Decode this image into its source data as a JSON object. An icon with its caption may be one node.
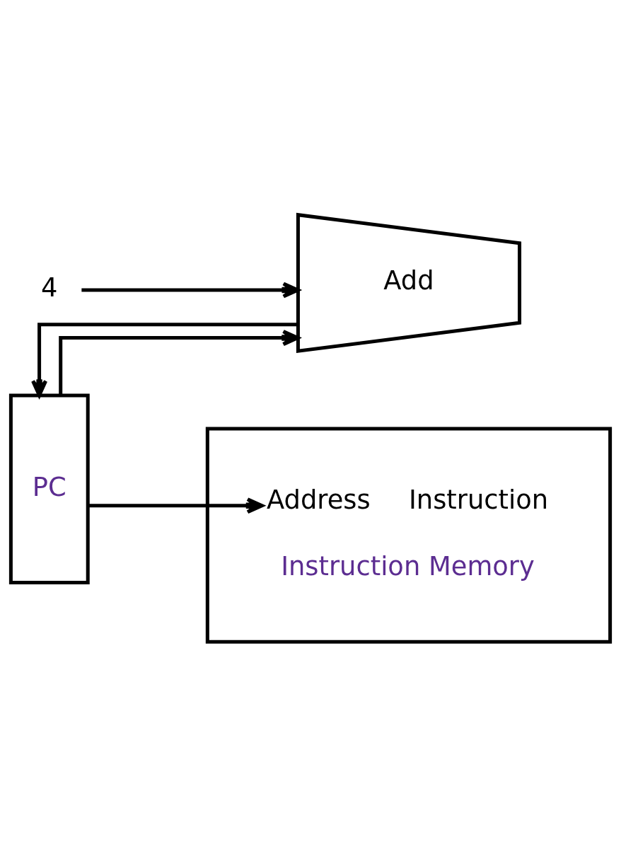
{
  "diagram": {
    "nodes": [
      {
        "text": [
          "PC"
        ]
      },
      {
        "text": [
          "Add"
        ]
      },
      {
        "text": [
          "4"
        ]
      },
      {
        "text": [
          "Address",
          "Instruction",
          "Instruction Memory"
        ]
      }
    ],
    "edges": [
      {
        "from": 2,
        "to": 1,
        "arrow": "to"
      },
      {
        "from": 0,
        "to": 1,
        "arrow": "to"
      },
      {
        "from": 1,
        "to": 0,
        "arrow": "to"
      },
      {
        "from": 0,
        "to": 3,
        "arrow": "to"
      }
    ]
  }
}
